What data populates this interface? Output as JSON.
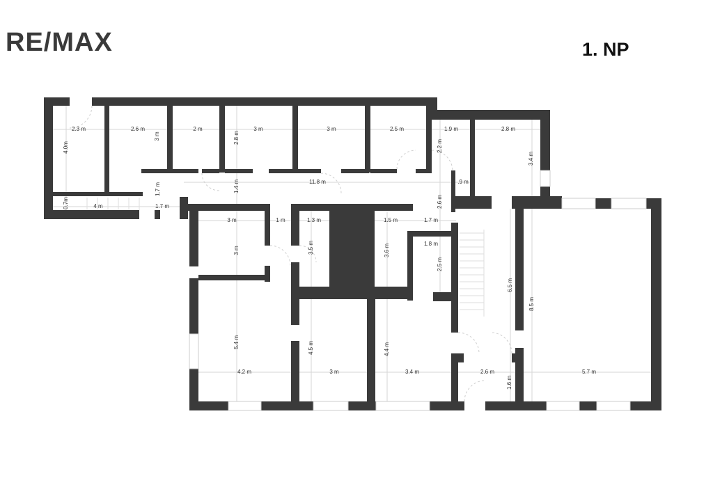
{
  "header": {
    "logo": "RE/MAX",
    "floor_label": "1. NP"
  },
  "dimensions": {
    "r1_w": "2.3 m",
    "r1_h": "4.0m",
    "r2_w": "2.6 m",
    "r2_h": "3 m",
    "r3_w": "2 m",
    "r4_h": "2.8 m",
    "r4_w": "3 m",
    "r5_w": "3 m",
    "r6_w": "2.5 m",
    "r7_w": "1.9 m",
    "r7_h": "2.2 m",
    "r8_w": "2.8 m",
    "r8_h": "3.4 m",
    "stair_h": "1.7 m",
    "corridor_h": "1.4 m",
    "corridor_w": "11.8 m",
    "nook_w": ".9 m",
    "strip_h": "0.7m",
    "strip_w": "4 m",
    "entry_w": "1.7 m",
    "hall_h": "2.6 m",
    "r9_w": "3 m",
    "pass_w": "1 m",
    "r10_w": "1.3 m",
    "r11_w": "1.5 m",
    "r12_w": "1.7 m",
    "r9_h": "3 m",
    "r10_h": "3.5 m",
    "r11_h": "3.6 m",
    "r13_w": "1.8 m",
    "r13_h": "2.5 m",
    "stairs_h": "6.5 m",
    "big_h": "8.5 m",
    "r14_h": "5.4 m",
    "r15_h": "4.5 m",
    "r16_h": "4.4 m",
    "r14_w": "4.2 m",
    "r15_w": "3 m",
    "r16_w": "3.4 m",
    "r17_w": "2.6 m",
    "r17_h": "1.6 m",
    "big_w": "5.7 m"
  }
}
